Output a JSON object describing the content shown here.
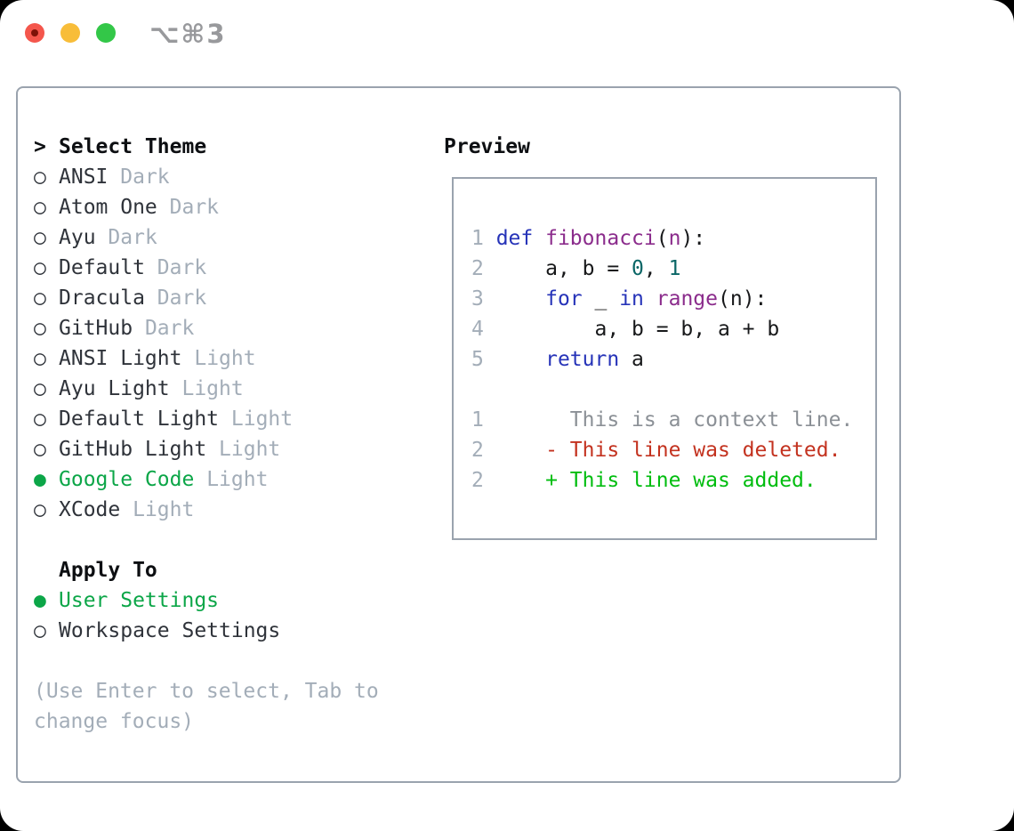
{
  "colors": {
    "window_border": "#9aa3ae",
    "accent_green": "#0ca648",
    "muted": "#a3adb8",
    "text": "#2f333a",
    "heading": "#0d0f12",
    "code_keyword": "#2633b8",
    "code_function": "#8b2c8c",
    "code_number": "#0a6666",
    "code_plain": "#17181a",
    "diff_context": "#8b9096",
    "diff_deleted": "#c3321f",
    "diff_added": "#00bd0f",
    "line_number": "#a3adb8",
    "hotkey": "#98999c",
    "traffic_red": "#f4564c",
    "traffic_yellow": "#f8bd39",
    "traffic_green": "#33c748"
  },
  "icons": {
    "radio_unselected": "○",
    "radio_selected": "●",
    "focus_prompt": ">"
  },
  "window": {
    "hotkey_label": "⌥⌘3"
  },
  "theme_list": {
    "title": "Select Theme",
    "items": [
      {
        "name": "ANSI",
        "variant": "Dark",
        "selected": false
      },
      {
        "name": "Atom One",
        "variant": "Dark",
        "selected": false
      },
      {
        "name": "Ayu",
        "variant": "Dark",
        "selected": false
      },
      {
        "name": "Default",
        "variant": "Dark",
        "selected": false
      },
      {
        "name": "Dracula",
        "variant": "Dark",
        "selected": false
      },
      {
        "name": "GitHub",
        "variant": "Dark",
        "selected": false
      },
      {
        "name": "ANSI Light",
        "variant": "Light",
        "selected": false
      },
      {
        "name": "Ayu Light",
        "variant": "Light",
        "selected": false
      },
      {
        "name": "Default Light",
        "variant": "Light",
        "selected": false
      },
      {
        "name": "GitHub Light",
        "variant": "Light",
        "selected": false
      },
      {
        "name": "Google Code",
        "variant": "Light",
        "selected": true
      },
      {
        "name": "XCode",
        "variant": "Light",
        "selected": false
      }
    ]
  },
  "apply_to": {
    "title": "Apply To",
    "options": [
      {
        "label": "User Settings",
        "selected": true
      },
      {
        "label": "Workspace Settings",
        "selected": false
      }
    ]
  },
  "hint": "(Use Enter to select, Tab to change focus)",
  "preview": {
    "title": "Preview",
    "code_lines": [
      {
        "num": "1",
        "tokens": [
          {
            "t": "def",
            "c": "keyword"
          },
          {
            "t": " ",
            "c": "plain"
          },
          {
            "t": "fibonacci",
            "c": "function"
          },
          {
            "t": "(",
            "c": "plain"
          },
          {
            "t": "n",
            "c": "function"
          },
          {
            "t": "):",
            "c": "plain"
          }
        ]
      },
      {
        "num": "2",
        "tokens": [
          {
            "t": "    a, b = ",
            "c": "plain"
          },
          {
            "t": "0",
            "c": "number"
          },
          {
            "t": ", ",
            "c": "plain"
          },
          {
            "t": "1",
            "c": "number"
          }
        ]
      },
      {
        "num": "3",
        "tokens": [
          {
            "t": "    ",
            "c": "plain"
          },
          {
            "t": "for",
            "c": "keyword"
          },
          {
            "t": " _ ",
            "c": "plain"
          },
          {
            "t": "in",
            "c": "keyword"
          },
          {
            "t": " ",
            "c": "plain"
          },
          {
            "t": "range",
            "c": "function"
          },
          {
            "t": "(n):",
            "c": "plain"
          }
        ]
      },
      {
        "num": "4",
        "tokens": [
          {
            "t": "        a, b = b, a + b",
            "c": "plain"
          }
        ]
      },
      {
        "num": "5",
        "tokens": [
          {
            "t": "    ",
            "c": "plain"
          },
          {
            "t": "return",
            "c": "keyword"
          },
          {
            "t": " a",
            "c": "plain"
          }
        ]
      },
      {
        "num": "",
        "tokens": []
      },
      {
        "num": "1",
        "tokens": [
          {
            "t": "      This is a context line.",
            "c": "context"
          }
        ]
      },
      {
        "num": "2",
        "tokens": [
          {
            "t": "    - This line was deleted.",
            "c": "deleted"
          }
        ]
      },
      {
        "num": "2",
        "tokens": [
          {
            "t": "    + This line was added.",
            "c": "added"
          }
        ]
      }
    ]
  }
}
